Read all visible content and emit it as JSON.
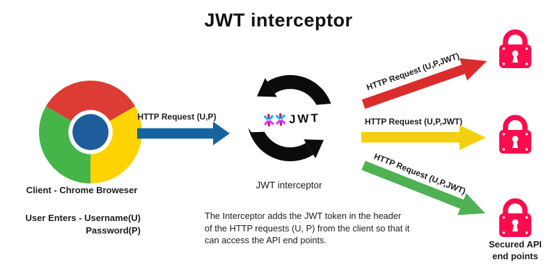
{
  "title": "JWT interceptor",
  "client": {
    "caption": "Client - Chrome Broweser",
    "input_line1": "User Enters - Username(U)",
    "input_line2": "Password(P)"
  },
  "request_arrow": {
    "label": "HTTP Request (U,P)",
    "color": "#16649f"
  },
  "interceptor": {
    "logo_text": "JWT",
    "caption": "JWT interceptor",
    "icon_color": "#0b0b0b"
  },
  "outgoing_arrows": [
    {
      "name": "red",
      "label": "HTTP Request (U,P,JWT)",
      "color": "#da2c2c"
    },
    {
      "name": "yellow",
      "label": "HTTP Request (U,P,JWT)",
      "color": "#f3d111"
    },
    {
      "name": "green",
      "label": "HTTP Request (U,P,JWT)",
      "color": "#4fb153"
    }
  ],
  "endpoints": {
    "caption_line1": "Secured API",
    "caption_line2": "end points",
    "lock_color": "#fb0c4d"
  },
  "description_lines": [
    "The Interceptor adds the JWT token in the header",
    "of the HTTP requests (U, P) from the client so that it",
    "can access the API end points."
  ],
  "palette": {
    "chrome_red": "#dc3c34",
    "chrome_yellow": "#ffd302",
    "chrome_green": "#45b549",
    "chrome_blue": "#1e5c9c",
    "jwt_pink": "#fb015b",
    "jwt_cyan": "#00b9f1",
    "jwt_purple": "#d63aff",
    "text": "#1c1c1c"
  }
}
